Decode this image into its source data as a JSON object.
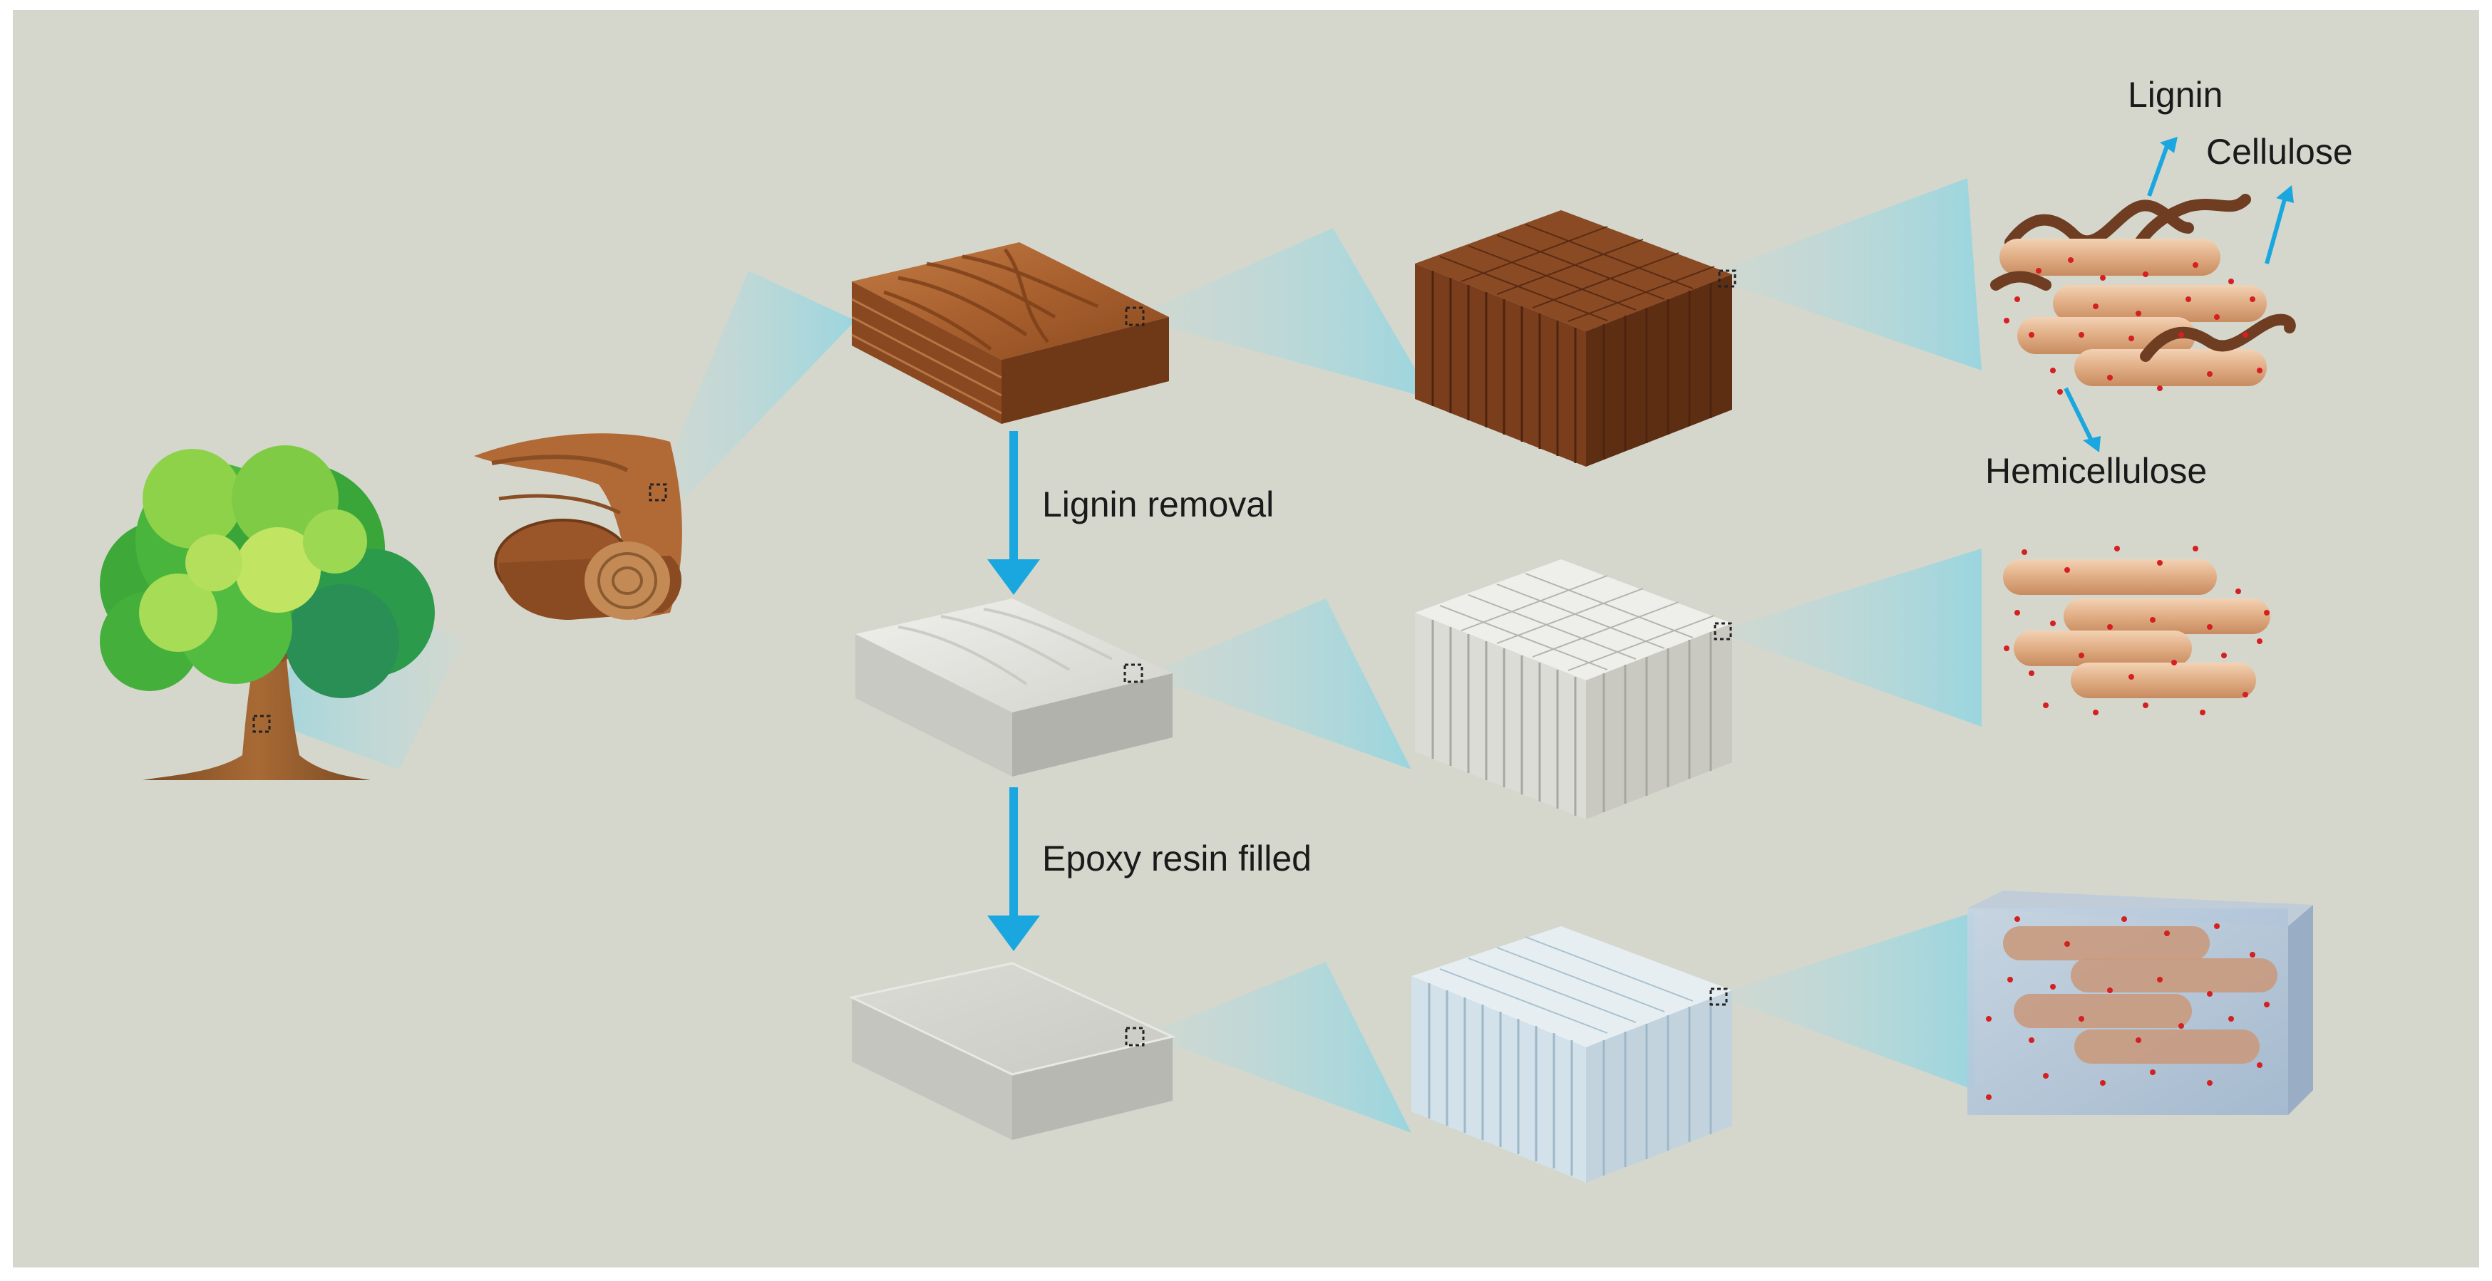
{
  "labels": {
    "lignin": "Lignin",
    "cellulose": "Cellulose",
    "hemicellulose": "Hemicellulose",
    "step1": "Lignin removal",
    "step2": "Epoxy resin filled"
  },
  "colors": {
    "background": "#d5d7cd",
    "arrow": "#1aa7e0",
    "beam": "#7fdcf2",
    "wood": "#a0582a",
    "delignified": "#e6e6e2",
    "transparent": "#c9dde4",
    "fiber": "#e2b48e",
    "lignin_strand": "#6e3d22",
    "dots": "#d42020",
    "resin_box": "#a9c1d9"
  }
}
